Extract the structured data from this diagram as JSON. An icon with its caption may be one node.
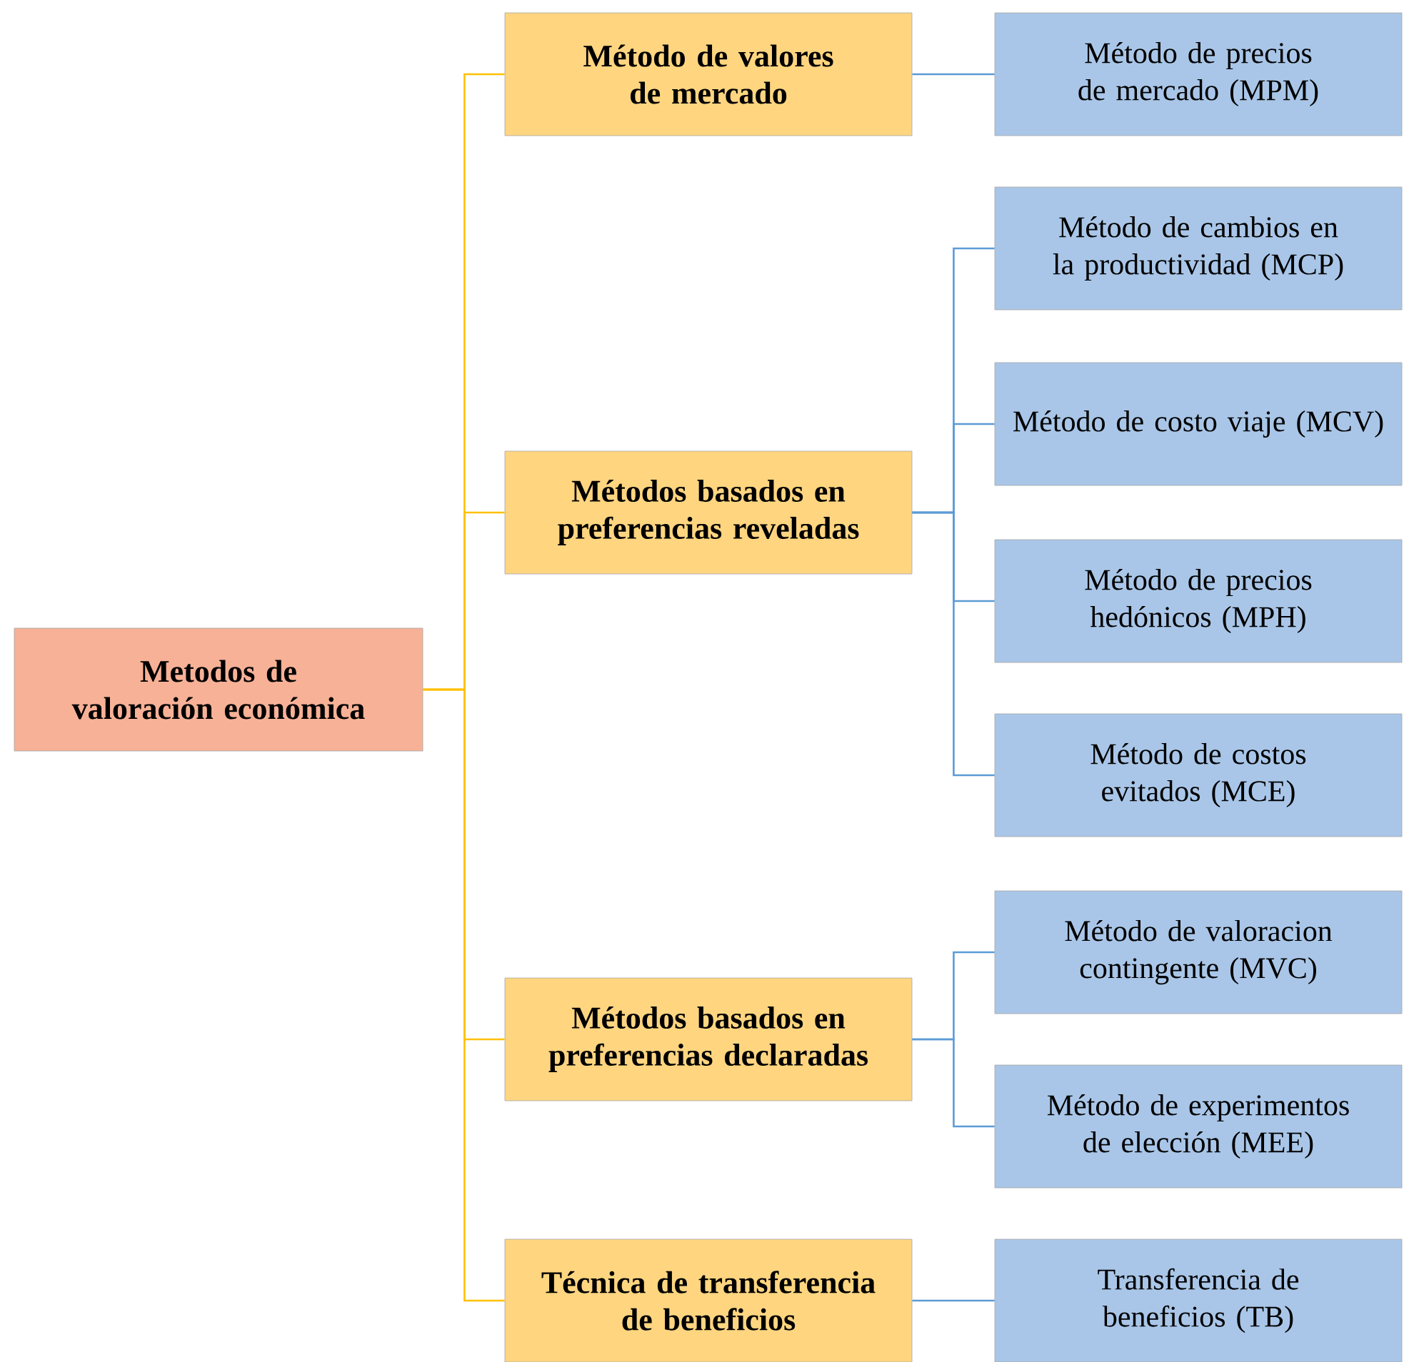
{
  "diagram": {
    "nodes": [
      {
        "text": [
          "Metodos de valoración económica"
        ]
      },
      {
        "text": [
          "Método de valores de mercado"
        ]
      },
      {
        "text": [
          "Método de precios de mercado (MPM)"
        ]
      },
      {
        "text": [
          "Métodos basados en preferencias reveladas"
        ]
      },
      {
        "text": [
          "Método de cambios en la productividad (MCP)"
        ]
      },
      {
        "text": [
          "Método de costo viaje (MCV)"
        ]
      },
      {
        "text": [
          "Método de precios hedónicos (MPH)"
        ]
      },
      {
        "text": [
          "Método de costos evitados (MCE)"
        ]
      },
      {
        "text": [
          "Métodos basados en preferencias declaradas"
        ]
      },
      {
        "text": [
          "Método de valoracion contingente (MVC)"
        ]
      },
      {
        "text": [
          "Método de experimentos de elección (MEE)"
        ]
      },
      {
        "text": [
          "Técnica de transferencia de beneficios"
        ]
      },
      {
        "text": [
          "Transferencia  de beneficios (TB)"
        ]
      }
    ],
    "edges": [
      {
        "from": 0,
        "to": 1,
        "arrow": "none",
        "color": "#ffc000"
      },
      {
        "from": 0,
        "to": 3,
        "arrow": "none",
        "color": "#ffc000"
      },
      {
        "from": 0,
        "to": 8,
        "arrow": "none",
        "color": "#ffc000"
      },
      {
        "from": 0,
        "to": 11,
        "arrow": "none",
        "color": "#ffc000"
      },
      {
        "from": 1,
        "to": 2,
        "arrow": "none"
      },
      {
        "from": 3,
        "to": 4,
        "arrow": "none"
      },
      {
        "from": 3,
        "to": 5,
        "arrow": "none"
      },
      {
        "from": 3,
        "to": 6,
        "arrow": "none"
      },
      {
        "from": 3,
        "to": 7,
        "arrow": "none"
      },
      {
        "from": 8,
        "to": 9,
        "arrow": "none"
      },
      {
        "from": 8,
        "to": 10,
        "arrow": "none"
      },
      {
        "from": 11,
        "to": 12,
        "arrow": "none"
      }
    ]
  }
}
